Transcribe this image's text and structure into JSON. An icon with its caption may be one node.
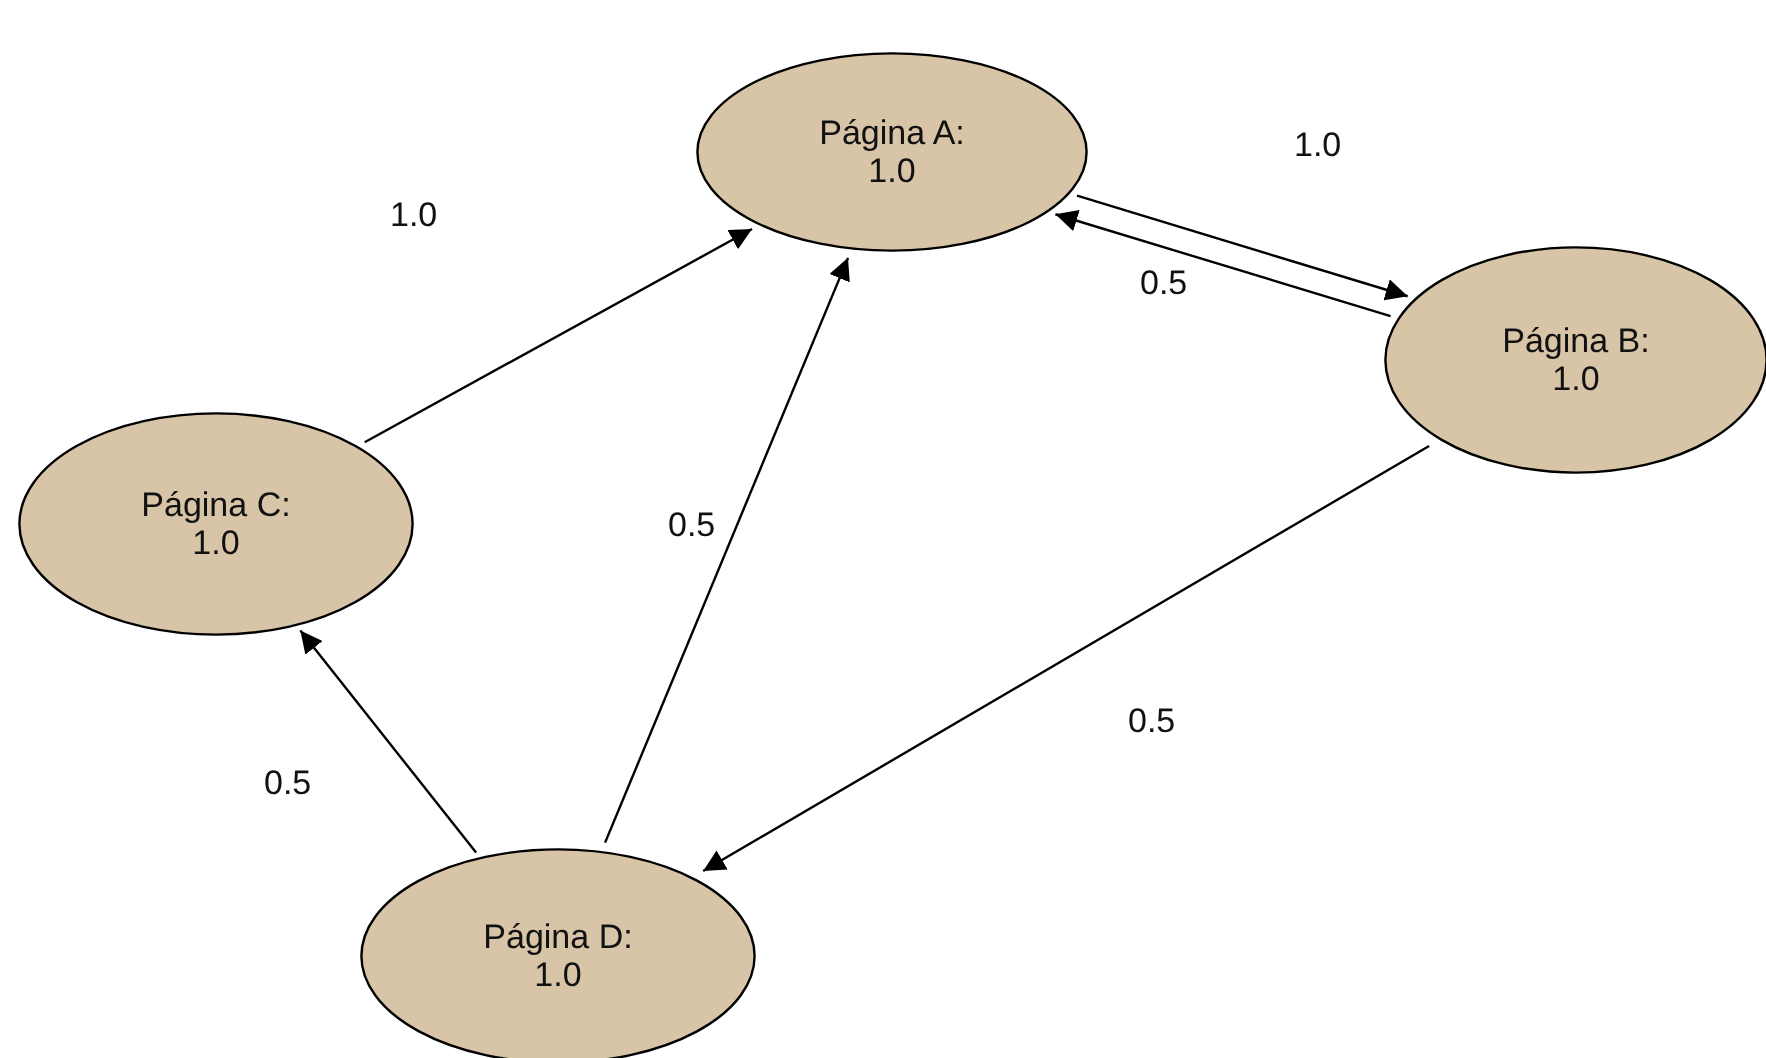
{
  "diagram": {
    "nodes": [
      {
        "text": [
          "Página A: 1.0"
        ]
      },
      {
        "text": [
          "Página B: 1.0"
        ]
      },
      {
        "text": [
          "Página C: 1.0"
        ]
      },
      {
        "text": [
          "Página D: 1.0"
        ]
      }
    ],
    "edges": [
      {
        "from": 2,
        "to": 0,
        "arrow": "to",
        "label": "1.0"
      },
      {
        "from": 0,
        "to": 1,
        "arrow": "to",
        "label": "1.0"
      },
      {
        "from": 1,
        "to": 0,
        "arrow": "to",
        "label": "0.5"
      },
      {
        "from": 3,
        "to": 0,
        "arrow": "to",
        "label": "0.5"
      },
      {
        "from": 3,
        "to": 2,
        "arrow": "to",
        "label": "0.5"
      },
      {
        "from": 1,
        "to": 3,
        "arrow": "to",
        "label": "0.5"
      }
    ]
  }
}
